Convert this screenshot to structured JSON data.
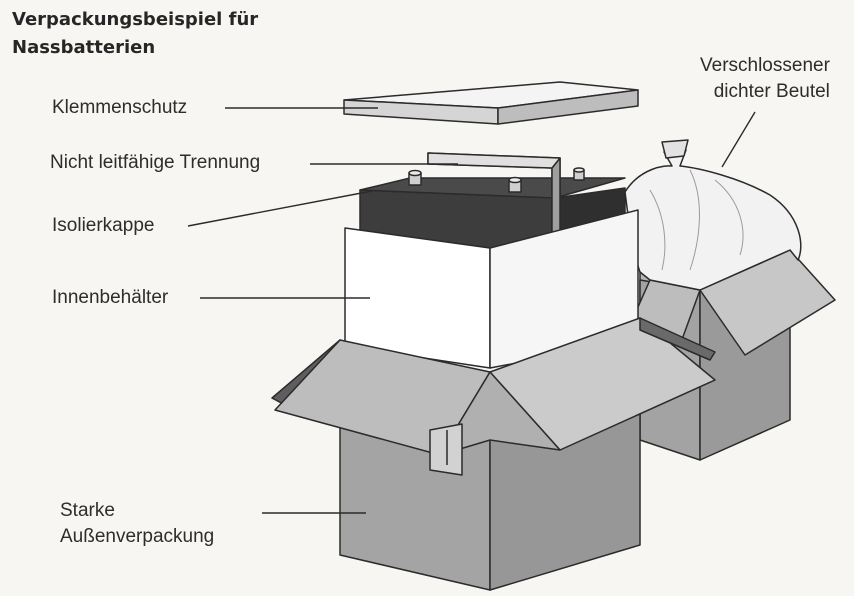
{
  "title": {
    "line1": "Verpackungsbeispiel für",
    "line2": "Nassbatterien"
  },
  "labels": {
    "terminal_cover": "Klemmenschutz",
    "separator": "Nicht leitfähige Trennung",
    "insulating_cap": "Isolierkappe",
    "inner_container": "Innenbehälter",
    "outer_packaging_line1": "Starke",
    "outer_packaging_line2": "Außenverpackung",
    "bag_line1": "Verschlossener",
    "bag_line2": "dichter Beutel"
  },
  "colors": {
    "background": "#f7f6f2",
    "box_gray": "#a6a6a6",
    "box_dark": "#8c8c8c",
    "flap_gray": "#c4c4c4",
    "battery_dark": "#3a3a3a",
    "white_panel": "#ffffff",
    "outline": "#2b2b2b"
  }
}
